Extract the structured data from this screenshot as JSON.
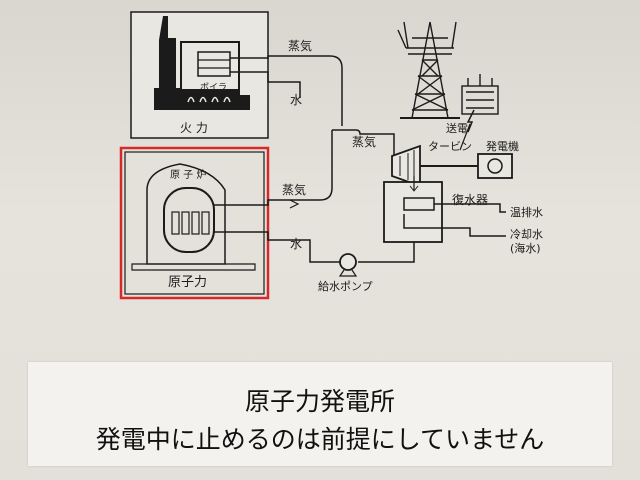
{
  "diagram": {
    "thermal_label": "火 力",
    "boiler_label": "ボイラ",
    "nuclear_label": "原子力",
    "reactor_label": "原 子 炉",
    "steam_top": "蒸気",
    "water_top": "水",
    "steam_mid": "蒸気",
    "steam_bottom": "蒸気",
    "water_bottom": "水",
    "transmission": "送電",
    "turbine": "タービン",
    "generator": "発電機",
    "condenser": "復水器",
    "warm_discharge": "温排水",
    "cooling_water": "冷却水",
    "sea_water": "(海水)",
    "feed_pump": "給水ポンプ"
  },
  "caption": {
    "line1": "原子力発電所",
    "line2": "発電中に止めるのは前提にしていません"
  },
  "colors": {
    "highlight_border": "#d8282c",
    "ink": "#1b1b1b"
  }
}
